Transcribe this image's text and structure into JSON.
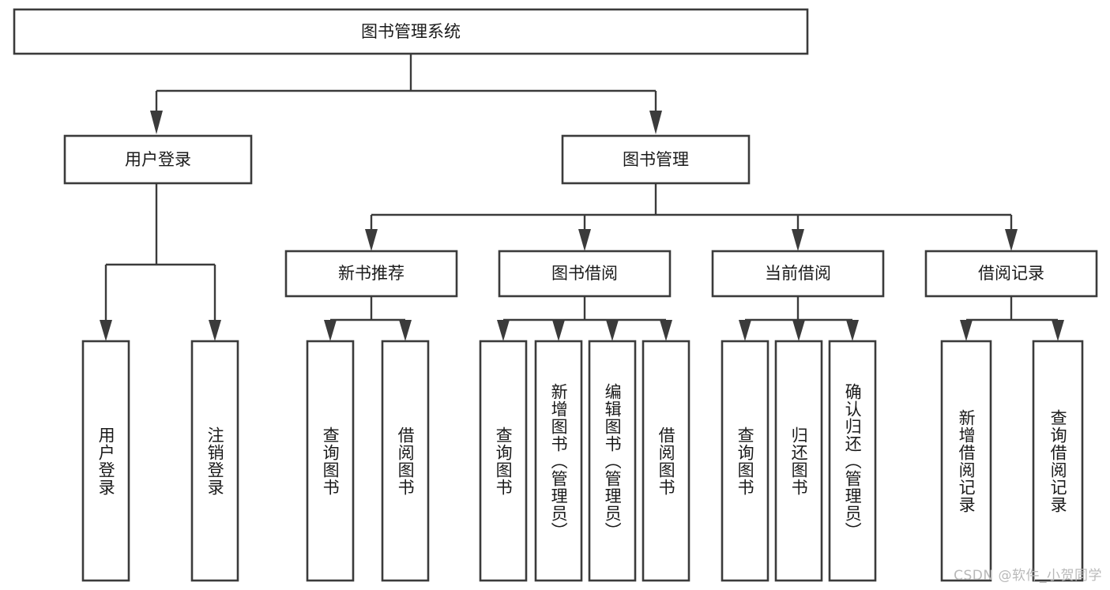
{
  "diagram": {
    "title": "图书管理系统",
    "type": "tree",
    "orientation": "top-down",
    "colors": {
      "box_stroke": "#3b3b3b",
      "box_fill": "#ffffff",
      "edge": "#3b3b3b",
      "text": "#1a1a1a",
      "background": "#ffffff",
      "watermark": "#b9b9b9"
    },
    "root": {
      "id": "root",
      "label": "图书管理系统",
      "orientation": "horizontal"
    },
    "level1": [
      {
        "id": "user-login",
        "label": "用户登录",
        "orientation": "horizontal"
      },
      {
        "id": "book-manage",
        "label": "图书管理",
        "orientation": "horizontal"
      }
    ],
    "level2": [
      {
        "id": "new-book-recommend",
        "label": "新书推荐",
        "parent": "book-manage",
        "orientation": "horizontal"
      },
      {
        "id": "book-borrow",
        "label": "图书借阅",
        "parent": "book-manage",
        "orientation": "horizontal"
      },
      {
        "id": "current-borrow",
        "label": "当前借阅",
        "parent": "book-manage",
        "orientation": "horizontal"
      },
      {
        "id": "borrow-record",
        "label": "借阅记录",
        "parent": "book-manage",
        "orientation": "horizontal"
      }
    ],
    "leaves": [
      {
        "id": "leaf-user-login",
        "label": "用户登录",
        "parent": "user-login",
        "orientation": "vertical"
      },
      {
        "id": "leaf-logout-login",
        "label": "注销登录",
        "parent": "user-login",
        "orientation": "vertical"
      },
      {
        "id": "leaf-query-book-1",
        "label": "查询图书",
        "parent": "new-book-recommend",
        "orientation": "vertical"
      },
      {
        "id": "leaf-borrow-book-1",
        "label": "借阅图书",
        "parent": "new-book-recommend",
        "orientation": "vertical"
      },
      {
        "id": "leaf-query-book-2",
        "label": "查询图书",
        "parent": "book-borrow",
        "orientation": "vertical"
      },
      {
        "id": "leaf-add-book",
        "label": "新增图书（管理员）",
        "parent": "book-borrow",
        "orientation": "vertical"
      },
      {
        "id": "leaf-edit-book",
        "label": "编辑图书（管理员）",
        "parent": "book-borrow",
        "orientation": "vertical"
      },
      {
        "id": "leaf-borrow-book-2",
        "label": "借阅图书",
        "parent": "book-borrow",
        "orientation": "vertical"
      },
      {
        "id": "leaf-query-book-3",
        "label": "查询图书",
        "parent": "current-borrow",
        "orientation": "vertical"
      },
      {
        "id": "leaf-return-book",
        "label": "归还图书",
        "parent": "current-borrow",
        "orientation": "vertical"
      },
      {
        "id": "leaf-confirm-return",
        "label": "确认归还（管理员）",
        "parent": "current-borrow",
        "orientation": "vertical"
      },
      {
        "id": "leaf-add-record",
        "label": "新增借阅记录",
        "parent": "borrow-record",
        "orientation": "vertical"
      },
      {
        "id": "leaf-query-record",
        "label": "查询借阅记录",
        "parent": "borrow-record",
        "orientation": "vertical"
      }
    ],
    "watermark": "CSDN @软件_小贺同学"
  }
}
